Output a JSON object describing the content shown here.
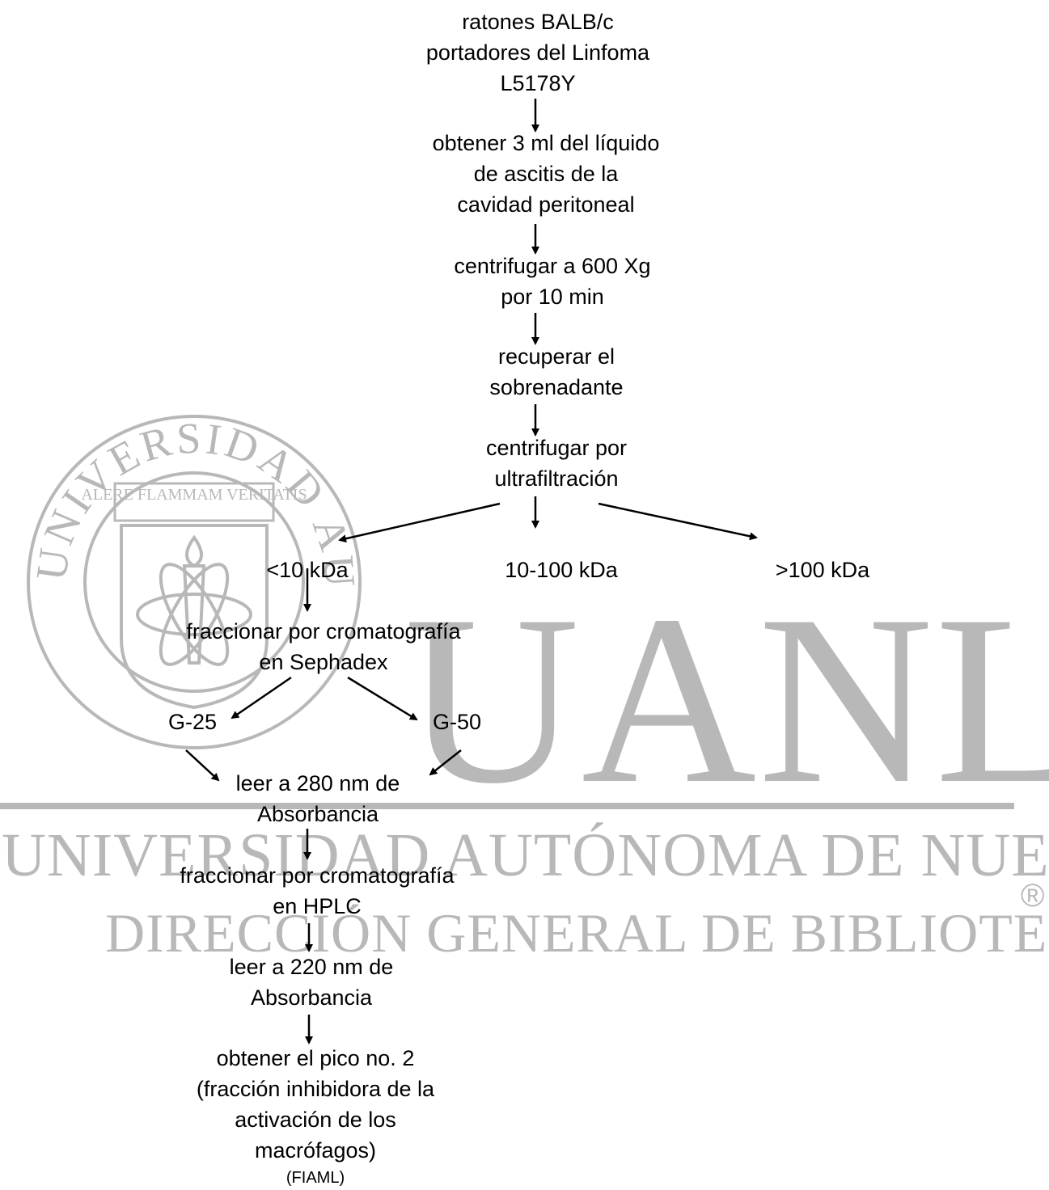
{
  "watermark": {
    "big_letters": "UANL",
    "line1": "UNIVERSIDAD AUTÓNOMA DE NUEVO LEÓN",
    "registered_mark": "®",
    "line2": "DIRECCIÓN GENERAL DE BIBLIOTECAS",
    "seal": {
      "ring_text": "UNIVERSIDAD AUTONOMA DE NUEVO LEON",
      "motto": "ALERE FLAMMAM VERITATIS",
      "color": "#b8b8b8"
    }
  },
  "flowchart": {
    "nodes": {
      "start": "ratones BALB/c\nportadores del Linfoma\nL5178Y",
      "obtain": "obtener 3 ml del líquido\nde ascitis de la\ncavidad peritoneal",
      "centrifuge": "centrifugar a 600 Xg\npor 10 min",
      "recover": "recuperar el\nsobrenadante",
      "ultrafiltration": "centrifugar por\nultrafiltración",
      "fraction_low": "<10 kDa",
      "fraction_mid": "10-100 kDa",
      "fraction_high": ">100 kDa",
      "sephadex": "fraccionar por cromatografía\nen Sephadex",
      "g25": "G-25",
      "g50": "G-50",
      "read280": "leer a 280 nm  de\nAbsorbancia",
      "hplc": "fraccionar por cromatografía\nen HPLC",
      "read220": "leer a 220 nm de\nAbsorbancia",
      "peak": "obtener el pico no. 2\n(fracción inhibidora de la\nactivación de los\nmacrófagos)",
      "abbreviation": "(FIAML)"
    },
    "colors": {
      "text": "#000000",
      "arrows": "#000000",
      "watermark": "#b8b8b8"
    }
  }
}
